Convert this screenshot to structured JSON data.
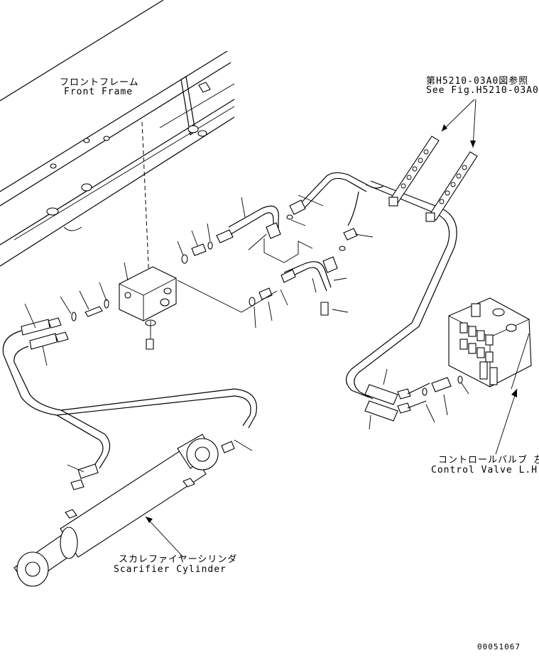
{
  "labels": {
    "front_frame_jp": "フロントフレーム",
    "front_frame_en": "Front Frame",
    "see_fig_jp": "第H5210-03A0図参照",
    "see_fig_en": "See Fig.H5210-03A0",
    "control_valve_jp": "コントロールバルブ 左",
    "control_valve_en": "Control Valve L.H.",
    "scarifier_cylinder_jp": "スカレファイヤーシリンダ",
    "scarifier_cylinder_en": "Scarifier Cylinder",
    "drawing_number": "00051067"
  }
}
